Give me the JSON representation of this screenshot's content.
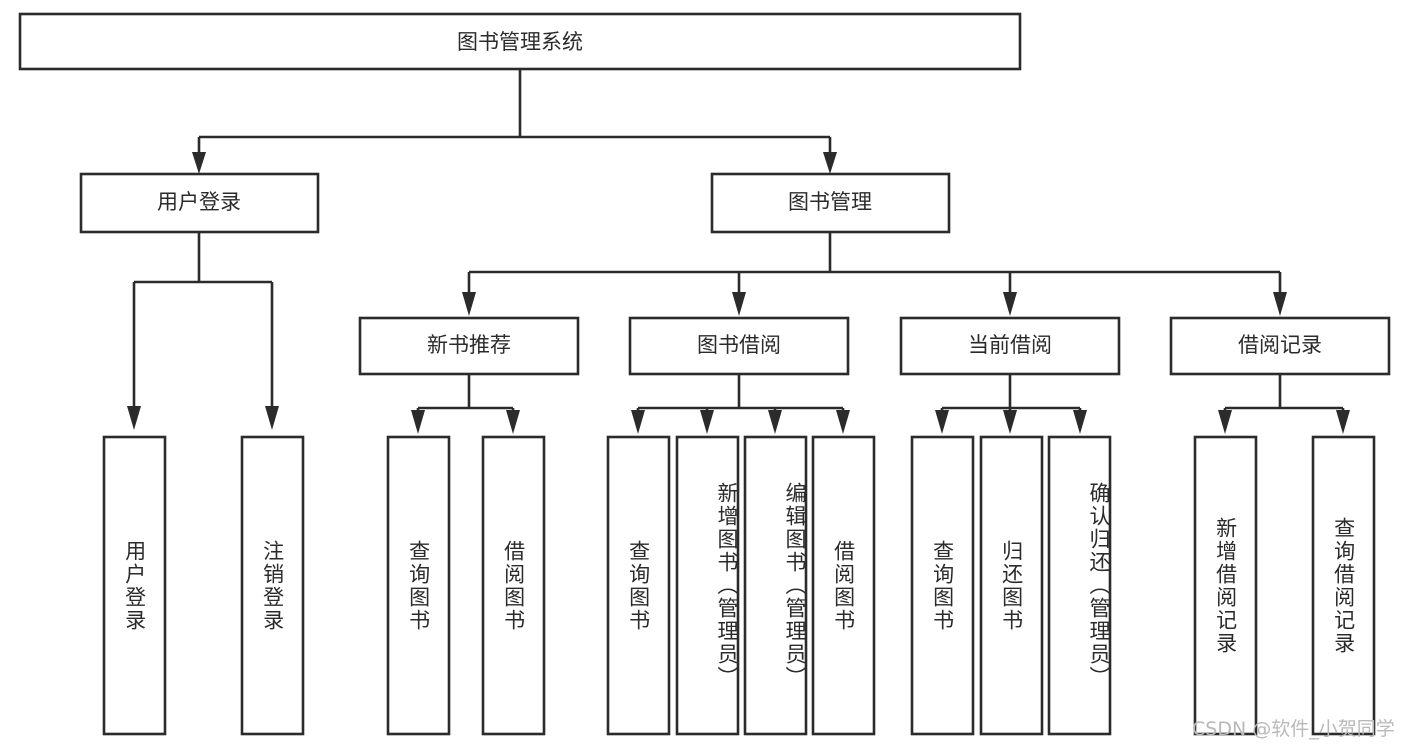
{
  "diagram": {
    "title": "图书管理系统",
    "type": "tree",
    "root": {
      "id": "root",
      "label": "图书管理系统",
      "orientation": "horizontal"
    },
    "level2": [
      {
        "id": "user-login",
        "label": "用户登录",
        "orientation": "horizontal"
      },
      {
        "id": "book-manage",
        "label": "图书管理",
        "orientation": "horizontal"
      }
    ],
    "level3": [
      {
        "id": "new-book-recommend",
        "label": "新书推荐",
        "orientation": "horizontal",
        "parent": "book-manage"
      },
      {
        "id": "book-borrow",
        "label": "图书借阅",
        "orientation": "horizontal",
        "parent": "book-manage"
      },
      {
        "id": "current-borrow",
        "label": "当前借阅",
        "orientation": "horizontal",
        "parent": "book-manage"
      },
      {
        "id": "borrow-record",
        "label": "借阅记录",
        "orientation": "horizontal",
        "parent": "book-manage"
      }
    ],
    "leaves": [
      {
        "id": "leaf-user-login",
        "label": "用户登录",
        "orientation": "vertical",
        "parent": "user-login"
      },
      {
        "id": "leaf-user-logout",
        "label": "注销登录",
        "orientation": "vertical",
        "parent": "user-login"
      },
      {
        "id": "leaf-query-book-1",
        "label": "查询图书",
        "orientation": "vertical",
        "parent": "new-book-recommend"
      },
      {
        "id": "leaf-borrow-book-1",
        "label": "借阅图书",
        "orientation": "vertical",
        "parent": "new-book-recommend"
      },
      {
        "id": "leaf-query-book-2",
        "label": "查询图书",
        "orientation": "vertical",
        "parent": "book-borrow"
      },
      {
        "id": "leaf-add-book",
        "label": "新增图书（管理员）",
        "orientation": "vertical",
        "parent": "book-borrow"
      },
      {
        "id": "leaf-edit-book",
        "label": "编辑图书（管理员）",
        "orientation": "vertical",
        "parent": "book-borrow"
      },
      {
        "id": "leaf-borrow-book-2",
        "label": "借阅图书",
        "orientation": "vertical",
        "parent": "book-borrow"
      },
      {
        "id": "leaf-query-book-3",
        "label": "查询图书",
        "orientation": "vertical",
        "parent": "current-borrow"
      },
      {
        "id": "leaf-return-book",
        "label": "归还图书",
        "orientation": "vertical",
        "parent": "current-borrow"
      },
      {
        "id": "leaf-confirm-return",
        "label": "确认归还（管理员）",
        "orientation": "vertical",
        "parent": "current-borrow"
      },
      {
        "id": "leaf-add-record",
        "label": "新增借阅记录",
        "orientation": "vertical",
        "parent": "borrow-record"
      },
      {
        "id": "leaf-query-record",
        "label": "查询借阅记录",
        "orientation": "vertical",
        "parent": "borrow-record"
      }
    ]
  },
  "watermark": {
    "text": "CSDN @软件_小贺同学"
  },
  "colors": {
    "stroke": "#2b2b2b",
    "box_fill": "#ffffff",
    "background": "#ffffff",
    "text": "#2b2b2b",
    "watermark": "#b9b9b9"
  }
}
